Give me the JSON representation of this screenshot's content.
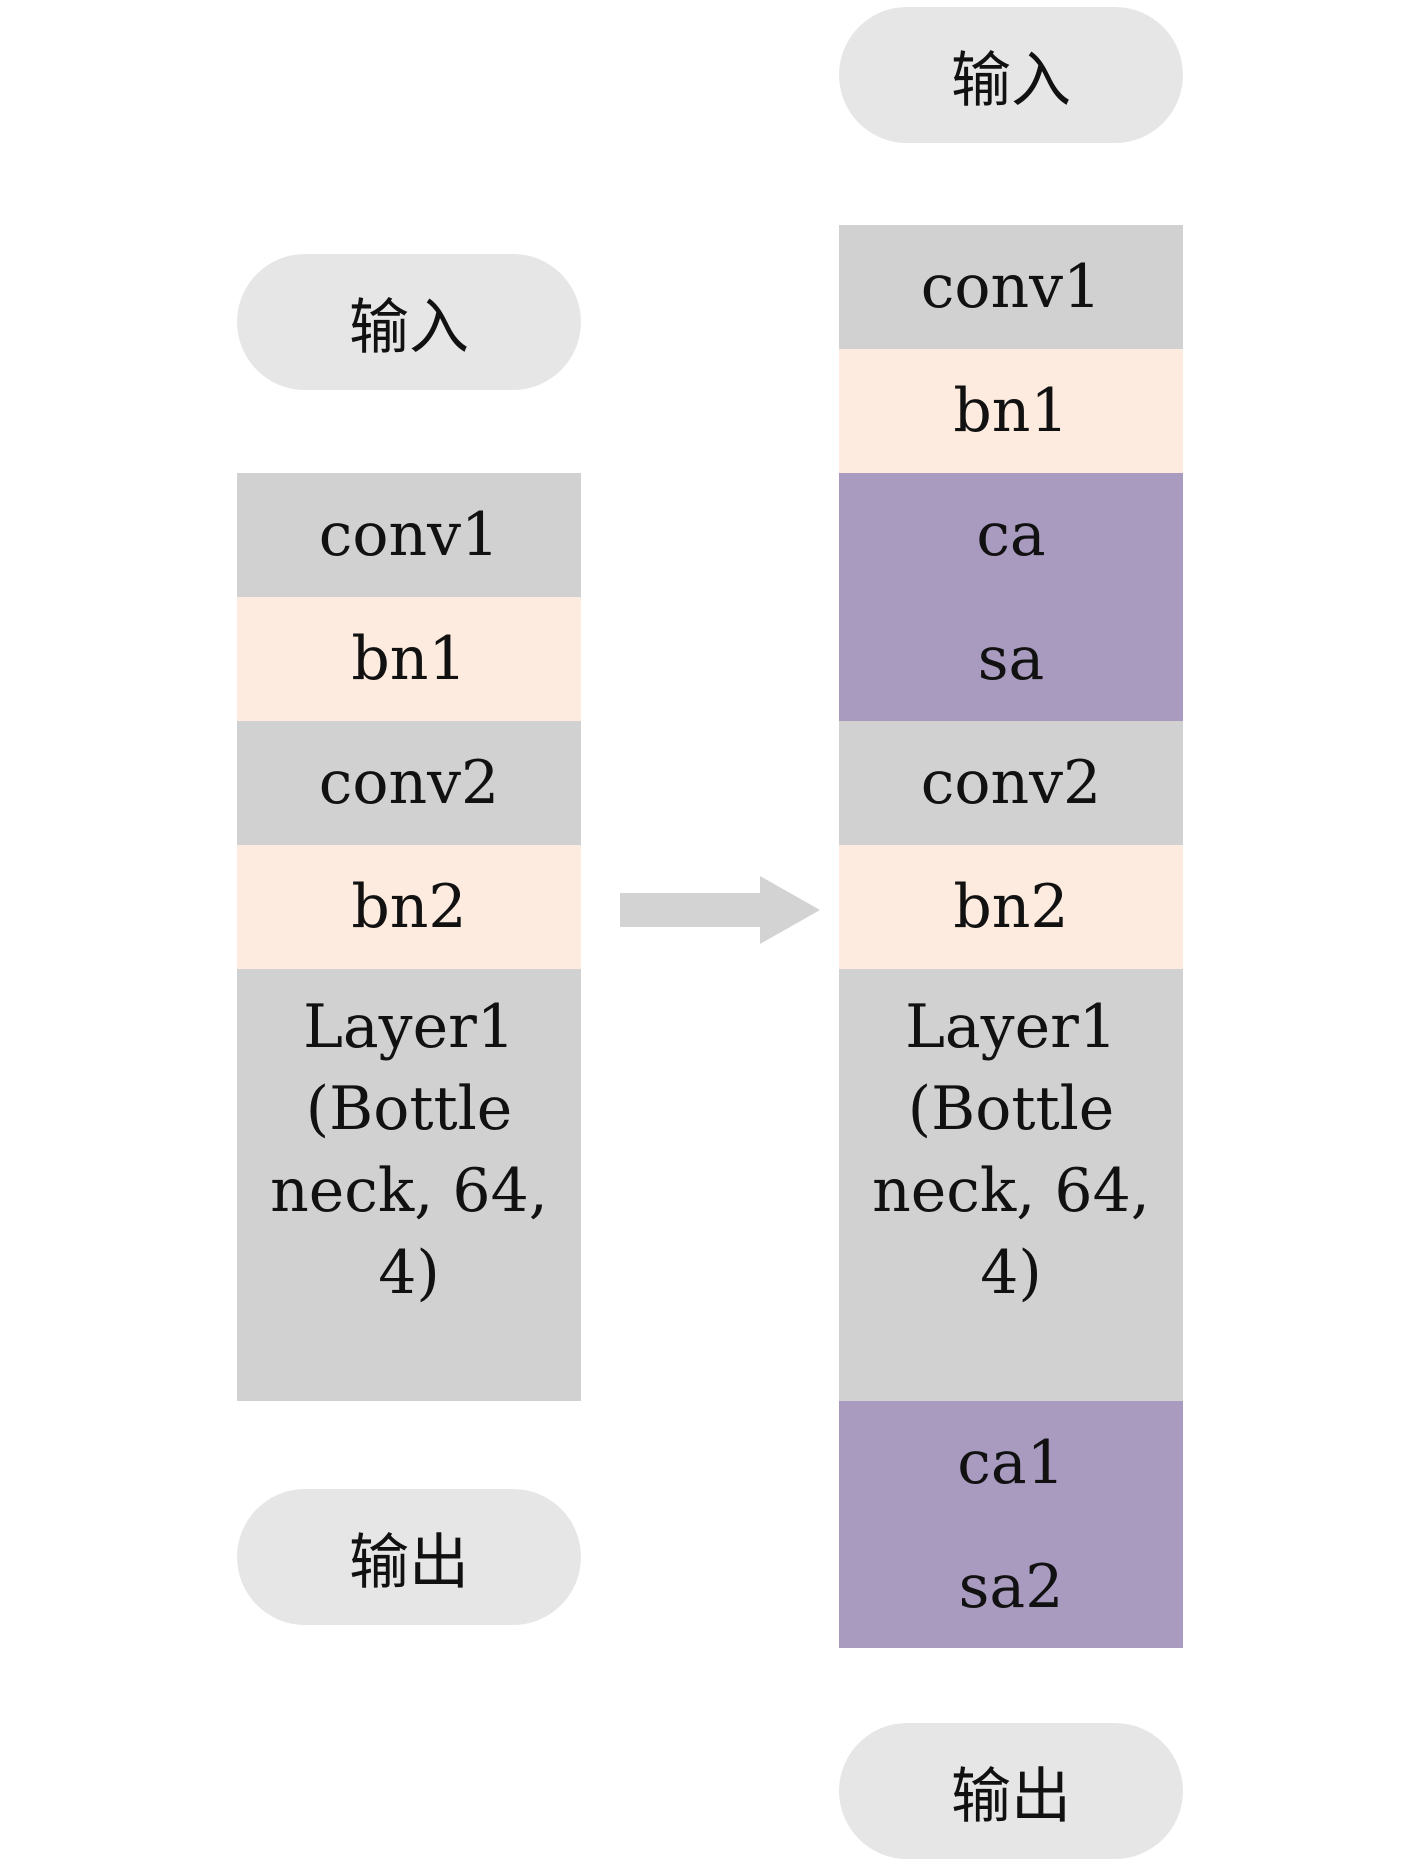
{
  "left_column": {
    "input_label": "输入",
    "output_label": "输出",
    "blocks": [
      {
        "label": "conv1"
      },
      {
        "label": "bn1"
      },
      {
        "label": "conv2"
      },
      {
        "label": "bn2"
      },
      {
        "label": "Layer1\n(Bottle\nneck, 64, 4)"
      }
    ]
  },
  "right_column": {
    "input_label": "输入",
    "output_label": "输出",
    "blocks": [
      {
        "label": "conv1"
      },
      {
        "label": "bn1"
      },
      {
        "label": "ca"
      },
      {
        "label": "sa"
      },
      {
        "label": "conv2"
      },
      {
        "label": "bn2"
      },
      {
        "label": "Layer1\n(Bottle\nneck, 64, 4)"
      },
      {
        "label": "ca1"
      },
      {
        "label": "sa2"
      }
    ]
  },
  "colors": {
    "conv_layer": "#d1d1d1",
    "bn_layer": "#fdebdf",
    "attention_layer": "#a99abf",
    "io_pill": "#e6e6e6",
    "arrow": "#d3d3d3"
  }
}
